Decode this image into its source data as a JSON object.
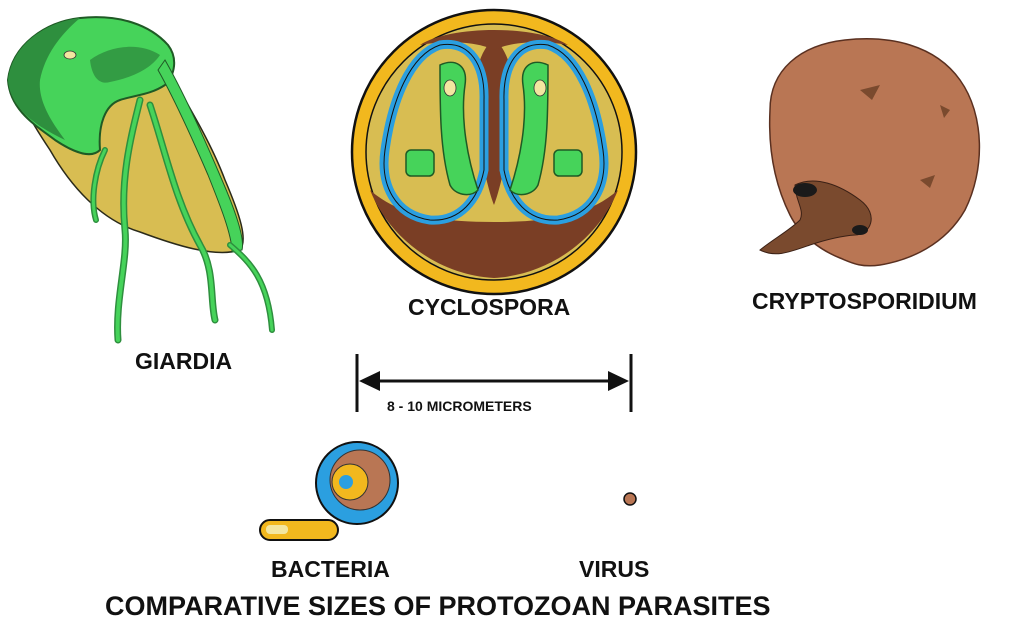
{
  "title": "COMPARATIVE SIZES OF PROTOZOAN PARASITES",
  "organisms": {
    "giardia": "GIARDIA",
    "cyclospora": "CYCLOSPORA",
    "cryptosporidium": "CRYPTOSPORIDIUM",
    "bacteria": "BACTERIA",
    "virus": "VIRUS"
  },
  "scale_bar": {
    "label": "8 - 10 MICROMETERS"
  },
  "colors": {
    "green_light": "#46d35a",
    "green_dark": "#2e8f3e",
    "tan": "#d8bd52",
    "blue": "#2b9fe0",
    "yellow": "#f2b81e",
    "brown": "#7a3e25",
    "crypto_brown": "#b97654"
  }
}
